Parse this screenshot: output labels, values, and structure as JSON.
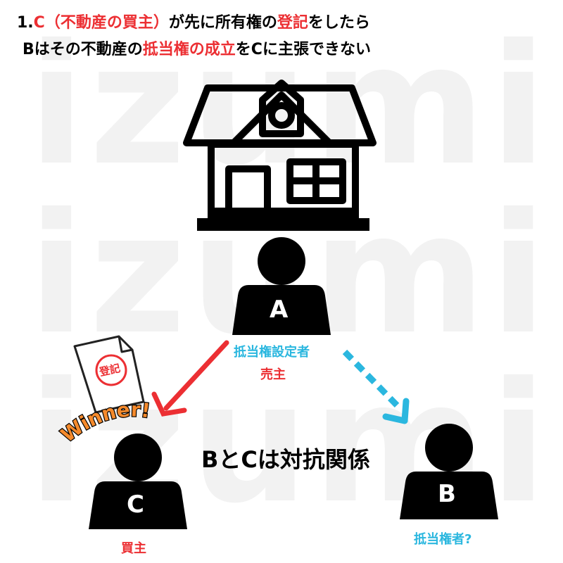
{
  "watermark": {
    "text": "izumin"
  },
  "title": {
    "line1": {
      "num": "1.",
      "highlight": "C（不動産の買主）",
      "middle": "が先に所有権の",
      "highlight2": "登記",
      "end": "をしたら"
    },
    "line2": {
      "start": "Bはその不動産の",
      "highlight": "抵当権の成立",
      "end": "をCに主張できない"
    }
  },
  "persons": {
    "a": {
      "letter": "A",
      "role1": "抵当権設定者",
      "role2": "売主"
    },
    "b": {
      "letter": "B",
      "role": "抵当権者?"
    },
    "c": {
      "letter": "C",
      "role": "買主"
    }
  },
  "document": {
    "stamp": "登記"
  },
  "badge": {
    "text": "Winner!"
  },
  "relation": "BとCは対抗関係",
  "colors": {
    "red": "#ec2f33",
    "blue": "#2bb7df",
    "orange": "#f58a2c",
    "watermark": "#f2f2f2"
  }
}
